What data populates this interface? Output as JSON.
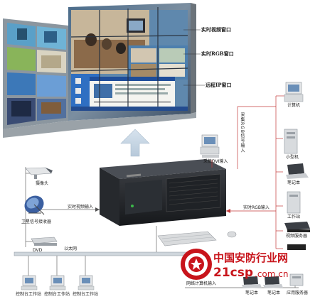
{
  "wall_labels": {
    "video_window": "实时视频窗口",
    "rgb_window": "实时RGB窗口",
    "remote_ip_window": "远程IP窗口"
  },
  "left_devices": {
    "camera": "摄像头",
    "satellite": "卫星信号接收器",
    "dvd": "DVD",
    "video_input": "实时视频输入"
  },
  "right_devices": {
    "computer": "计算机",
    "minicomputer": "小型机",
    "notebook": "笔记本",
    "workstation": "工作站",
    "video_server": "视频服务器",
    "rgb_input": "实时RGB输入",
    "collect_input": "采集RGB信号输入"
  },
  "center": {
    "dvi_input": "采集DVI输入",
    "lan": "以太网",
    "network_input": "网络计算机输入"
  },
  "bottom": {
    "console_1": "控制台工作站",
    "console_2": "控制台工作站",
    "console_3": "控制台工作站",
    "notebook_1": "笔记本",
    "notebook_2": "笔记本",
    "app_server": "应用服务器"
  },
  "brand": {
    "name": "中国安防行业网",
    "url": "21csp",
    "domain": ".com.cn",
    "color": "#c8141b"
  }
}
